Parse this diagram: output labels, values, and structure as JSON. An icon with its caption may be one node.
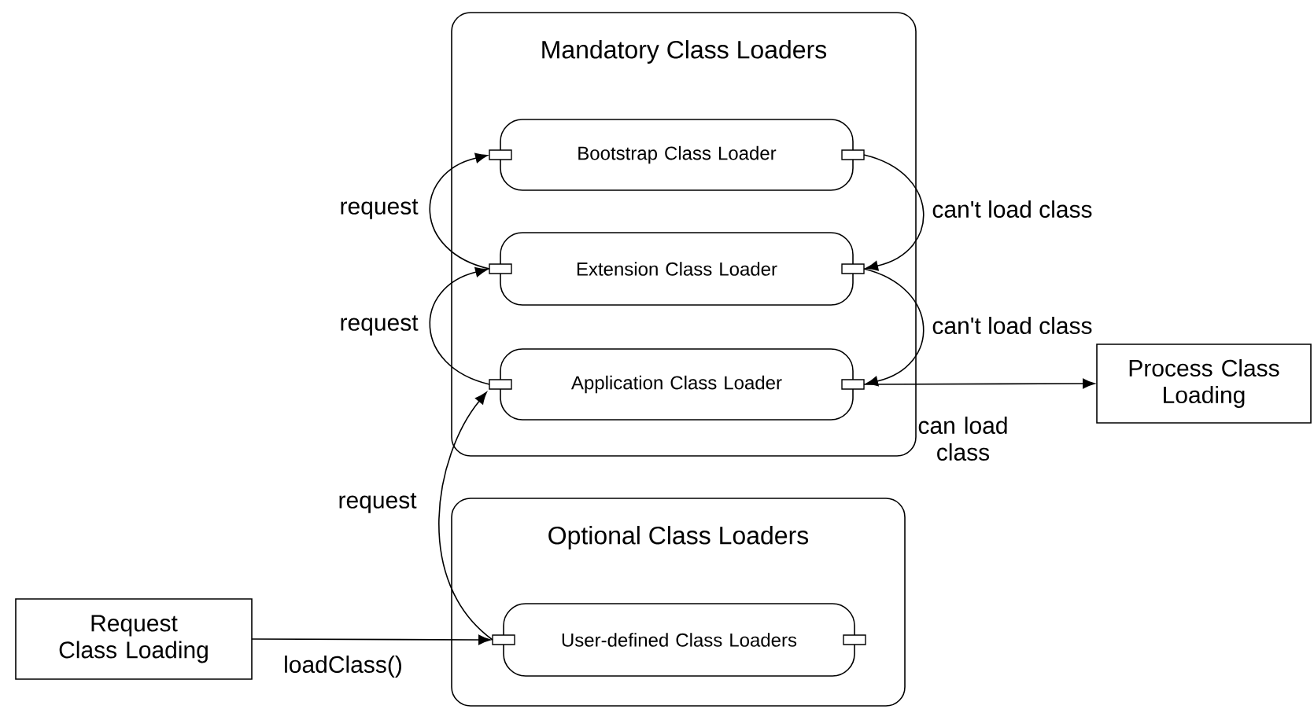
{
  "diagram": {
    "nodes": [
      {
        "text": [
          "Mandatory Class Loaders"
        ]
      },
      {
        "text": [
          "Bootstrap Class Loader"
        ],
        "in": 0
      },
      {
        "text": [
          "Extension Class Loader"
        ],
        "in": 0
      },
      {
        "text": [
          "Application Class Loader"
        ],
        "in": 0
      },
      {
        "text": [
          "Process Class Loading"
        ]
      },
      {
        "text": [
          "Optional Class Loaders"
        ]
      },
      {
        "text": [
          "User-defined Class Loaders"
        ],
        "in": 5
      },
      {
        "text": [
          "Request Class Loading"
        ]
      }
    ],
    "edges": [
      {
        "from": 2,
        "to": 1,
        "arrow": "to",
        "label": "request"
      },
      {
        "from": 1,
        "to": 2,
        "arrow": "to",
        "label": "can't load class"
      },
      {
        "from": 3,
        "to": 2,
        "arrow": "to",
        "label": "request"
      },
      {
        "from": 2,
        "to": 3,
        "arrow": "to",
        "label": "can't load class"
      },
      {
        "from": 3,
        "to": 4,
        "arrow": "to",
        "label": "can load class"
      },
      {
        "from": 6,
        "to": 3,
        "arrow": "to",
        "label": "request"
      },
      {
        "from": 7,
        "to": 6,
        "arrow": "to",
        "label": "loadClass()"
      }
    ]
  }
}
